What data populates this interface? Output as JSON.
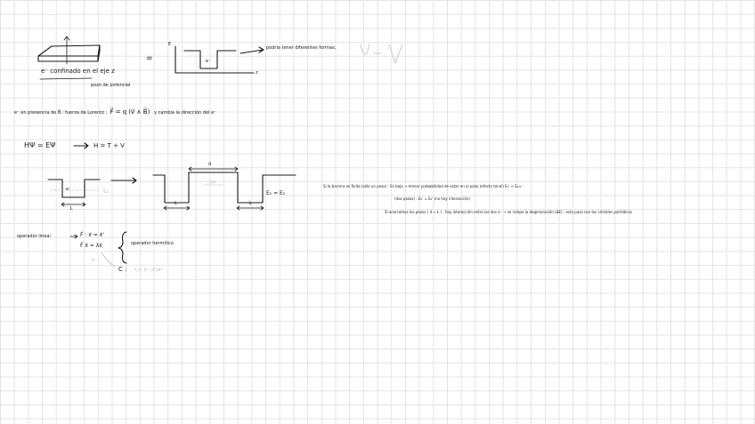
{
  "confinement": {
    "electron_label": "e⁻ confinado en el eje z",
    "well_label": "pozo de potencial",
    "equals": "=",
    "axis_e": "E",
    "axis_z": "z",
    "electron_in_well": "e⁻",
    "shapes_note": "podría tener diferentes formas;"
  },
  "lorentz": {
    "line_prefix": "e⁻ en presencia de",
    "b_vector": "B⃗",
    "force_name": ": fuerza de Lorentz :",
    "formula": "F⃗ = q (v⃗ ∧ B⃗)",
    "suffix": "y cambia la dirección del e⁻"
  },
  "hamiltonian": {
    "eq1": "HΨ = EΨ",
    "eq2": "H = T + V"
  },
  "wells": {
    "single_electron": "e⁻",
    "single_energy": "E₀",
    "width_single": "L",
    "d_label": "d",
    "left_width": "L",
    "right_width": "L",
    "barrier_mark": "⋮|≫",
    "e0_eq": "E₀ = E₀"
  },
  "notes": {
    "line1": "Si la barrera es finita   (sólo un pozo) : Es baja → menor probabilidad de estar en el pozo  (efecto túnel)   E₀' < E₀⇒",
    "line2": "(dos pozos) :  E₀' = E₀'  (no hay interacción)",
    "line3": "Si acercamos los pozos ( d ≈ L ) : hay interacción entre los dos e⁻ →  se rompe la degeneración (ΔE)  ;  esto pasa con los cristales periódicos"
  },
  "operator": {
    "label": "operador lineal",
    "eq1": "F̂ : x⃗ = x⃗'",
    "eq2": "F̂ x⃗ = λx⃗",
    "brace_note": "operador hermítico",
    "faint_f": "F̂ˣ",
    "c_label": "C :",
    "faint_c": "λ ∈ ℝ , ∂²/∂t²"
  }
}
